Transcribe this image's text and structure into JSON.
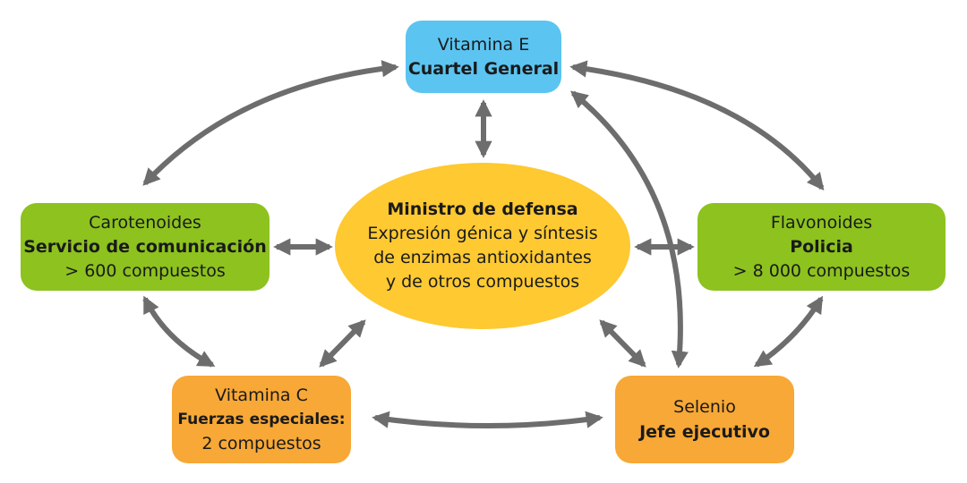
{
  "diagram": {
    "nodes": {
      "vitamin_e": {
        "name": "Vitamina E",
        "role": "Cuartel General",
        "color": "#5bc4f1"
      },
      "carotenoids": {
        "name": "Carotenoides",
        "role": "Servicio de comunicación",
        "count": "> 600 compuestos",
        "color": "#8dc21f"
      },
      "flavonoids": {
        "name": "Flavonoides",
        "role": "Policia",
        "count": "> 8 000 compuestos",
        "color": "#8dc21f"
      },
      "vitamin_c": {
        "name": "Vitamina C",
        "role": "Fuerzas especiales:",
        "count": "2 compuestos",
        "color": "#f7a836"
      },
      "selenium": {
        "name": "Selenio",
        "role": "Jefe ejecutivo",
        "color": "#f7a836"
      },
      "center": {
        "title": "Ministro de defensa",
        "lines": [
          "Expresión génica y síntesis",
          "de enzimas antioxidantes",
          "y de otros compuestos"
        ],
        "color": "#fec931"
      }
    },
    "edges": [
      {
        "from": "vitamin_e",
        "to": "carotenoids",
        "direction": "both"
      },
      {
        "from": "vitamin_e",
        "to": "flavonoids",
        "direction": "both"
      },
      {
        "from": "vitamin_e",
        "to": "center",
        "direction": "both"
      },
      {
        "from": "vitamin_e",
        "to": "selenium",
        "direction": "both"
      },
      {
        "from": "carotenoids",
        "to": "center",
        "direction": "both"
      },
      {
        "from": "center",
        "to": "flavonoids",
        "direction": "both"
      },
      {
        "from": "carotenoids",
        "to": "vitamin_c",
        "direction": "both"
      },
      {
        "from": "center",
        "to": "vitamin_c",
        "direction": "both"
      },
      {
        "from": "center",
        "to": "selenium",
        "direction": "both"
      },
      {
        "from": "flavonoids",
        "to": "selenium",
        "direction": "both"
      },
      {
        "from": "vitamin_c",
        "to": "selenium",
        "direction": "both"
      }
    ],
    "arrow_color": "#6d6d6d"
  }
}
